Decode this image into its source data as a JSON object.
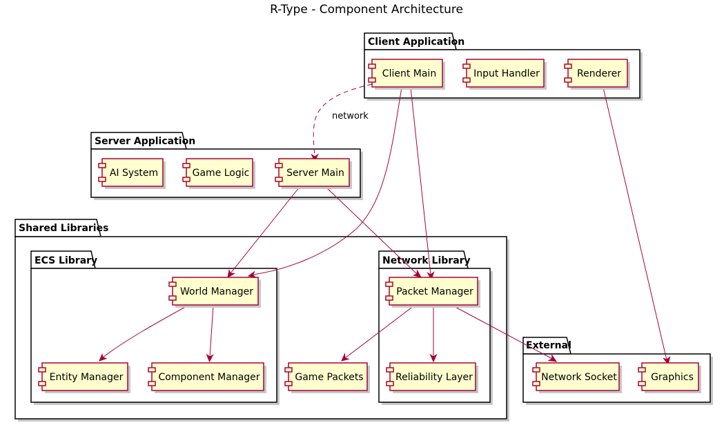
{
  "title": "R-Type - Component Architecture",
  "packages": {
    "client": "Client Application",
    "server": "Server Application",
    "shared": "Shared Libraries",
    "ecs": "ECS Library",
    "network": "Network Library",
    "external": "External"
  },
  "components": {
    "client_main": "Client Main",
    "input_handler": "Input Handler",
    "renderer": "Renderer",
    "ai_system": "AI System",
    "game_logic": "Game Logic",
    "server_main": "Server Main",
    "world_manager": "World Manager",
    "entity_manager": "Entity Manager",
    "component_manager": "Component Manager",
    "game_packets": "Game Packets",
    "packet_manager": "Packet Manager",
    "reliability_layer": "Reliability Layer",
    "network_socket": "Network Socket",
    "graphics": "Graphics"
  },
  "edges": {
    "client_to_server_label": "network"
  },
  "colors": {
    "component_fill": "#FEFECE",
    "component_border": "#A80036",
    "arrow": "#A80036"
  }
}
